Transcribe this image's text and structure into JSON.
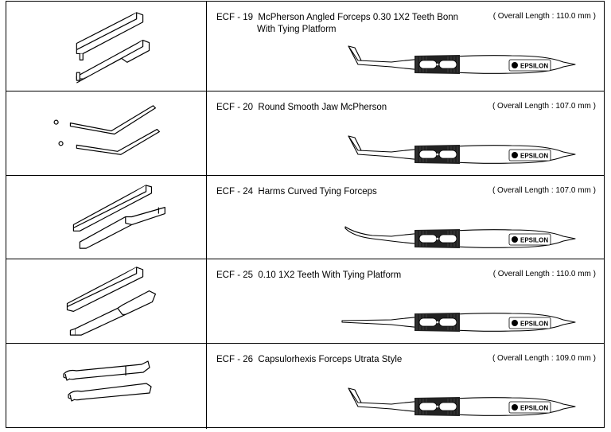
{
  "products": [
    {
      "code": "ECF - 19",
      "name": "McPherson Angled Forceps 0.30 1X2 Teeth Bonn",
      "name_line2": "With Tying Platform",
      "length": "( Overall Length : 110.0 mm )",
      "brand": "EPSILON",
      "tip_icon": "angled-teeth-tying-platform-tip-icon",
      "tip_style": "angled"
    },
    {
      "code": "ECF - 20",
      "name": "Round Smooth Jaw McPherson",
      "name_line2": "",
      "length": "( Overall Length : 107.0 mm )",
      "brand": "EPSILON",
      "tip_icon": "round-smooth-jaw-tip-icon",
      "tip_style": "angled"
    },
    {
      "code": "ECF - 24",
      "name": "Harms Curved Tying Forceps",
      "name_line2": "",
      "length": "( Overall Length : 107.0 mm )",
      "brand": "EPSILON",
      "tip_icon": "curved-tying-tip-icon",
      "tip_style": "curved"
    },
    {
      "code": "ECF - 25",
      "name": "0.10 1X2 Teeth With Tying Platform",
      "name_line2": "",
      "length": "( Overall Length : 110.0 mm )",
      "brand": "EPSILON",
      "tip_icon": "teeth-tying-platform-tip-icon",
      "tip_style": "straight"
    },
    {
      "code": "ECF - 26",
      "name": "Capsulorhexis Forceps Utrata Style",
      "name_line2": "",
      "length": "( Overall Length : 109.0 mm )",
      "brand": "EPSILON",
      "tip_icon": "capsulorhexis-tip-icon",
      "tip_style": "angled"
    }
  ]
}
